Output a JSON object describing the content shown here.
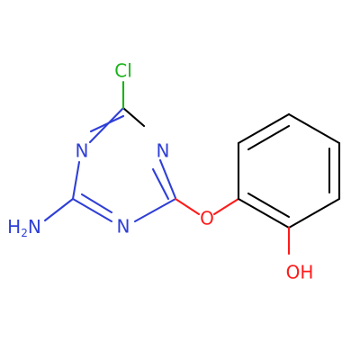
{
  "molecule": {
    "atoms": {
      "chlorine": "Cl",
      "triazine_n_top_left": "N",
      "triazine_n_top_right": "N",
      "triazine_n_bottom": "N",
      "amine_h": "H",
      "amine_h_count": "2",
      "amine_n": "N",
      "ether_oxygen": "O",
      "hydroxyl_label": "OH"
    },
    "colors": {
      "bond": "#000000",
      "nitrogen": "#2f3fd6",
      "oxygen": "#ff1a1a",
      "chlorine": "#19b319"
    }
  }
}
